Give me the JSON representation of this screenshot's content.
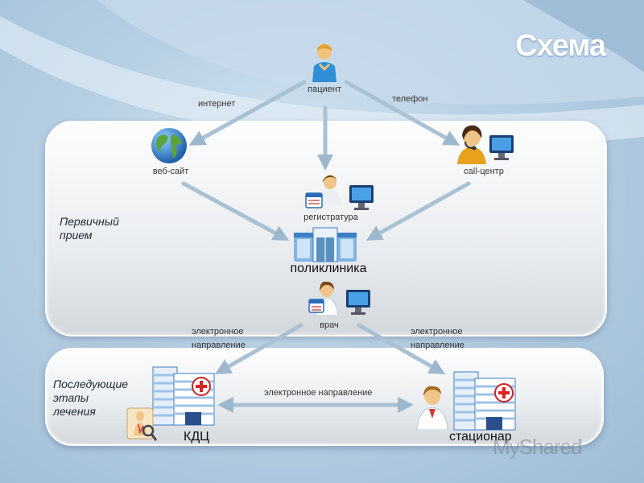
{
  "title": "Схема",
  "nodes": {
    "patient": "пациент",
    "website": "веб-сайт",
    "callcenter": "call-центр",
    "registry": "регистратура",
    "clinic": "поликлиника",
    "doctor": "врач",
    "kdc": "КДЦ",
    "hospital": "стационар"
  },
  "edges": {
    "internet": "интернет",
    "phone": "телефон",
    "eref_left_1": "электронное",
    "eref_left_2": "направление",
    "eref_right_1": "электронное",
    "eref_right_2": "направление",
    "eref_bottom": "электронное направление"
  },
  "sections": {
    "primary_1": "Первичный",
    "primary_2": "прием",
    "followup_1": "Последующие",
    "followup_2": "этапы",
    "followup_3": "лечения"
  },
  "watermark": "MyShared",
  "colors": {
    "arrow": "#8fb0c8",
    "accent": "#2e7fc0"
  }
}
